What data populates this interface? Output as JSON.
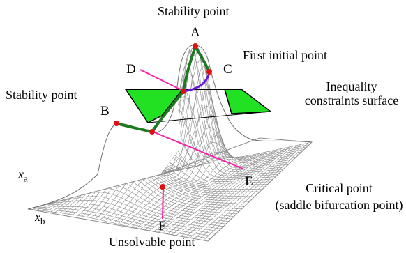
{
  "labels": {
    "stability_top": "Stability point",
    "stability_left": "Stability point",
    "first_initial": "First initial point",
    "inequality_line1": "Inequality",
    "inequality_line2": "constraints surface",
    "critical_line1": "Critical point",
    "critical_line2": "(saddle bifurcation point)",
    "unsolvable": "Unsolvable point"
  },
  "points": {
    "A": "A",
    "B": "B",
    "C": "C",
    "D": "D",
    "E": "E",
    "F": "F"
  },
  "axes": {
    "xa_base": "x",
    "xa_sub": "a",
    "xb_base": "x",
    "xb_sub": "b"
  },
  "colors": {
    "mesh": "#8a8a8a",
    "constraint_surface": "#22e022",
    "path_green": "#1e7a1e",
    "path_purple": "#6a18d8",
    "pointer_magenta": "#ff1faa",
    "point_red": "#e01010"
  }
}
